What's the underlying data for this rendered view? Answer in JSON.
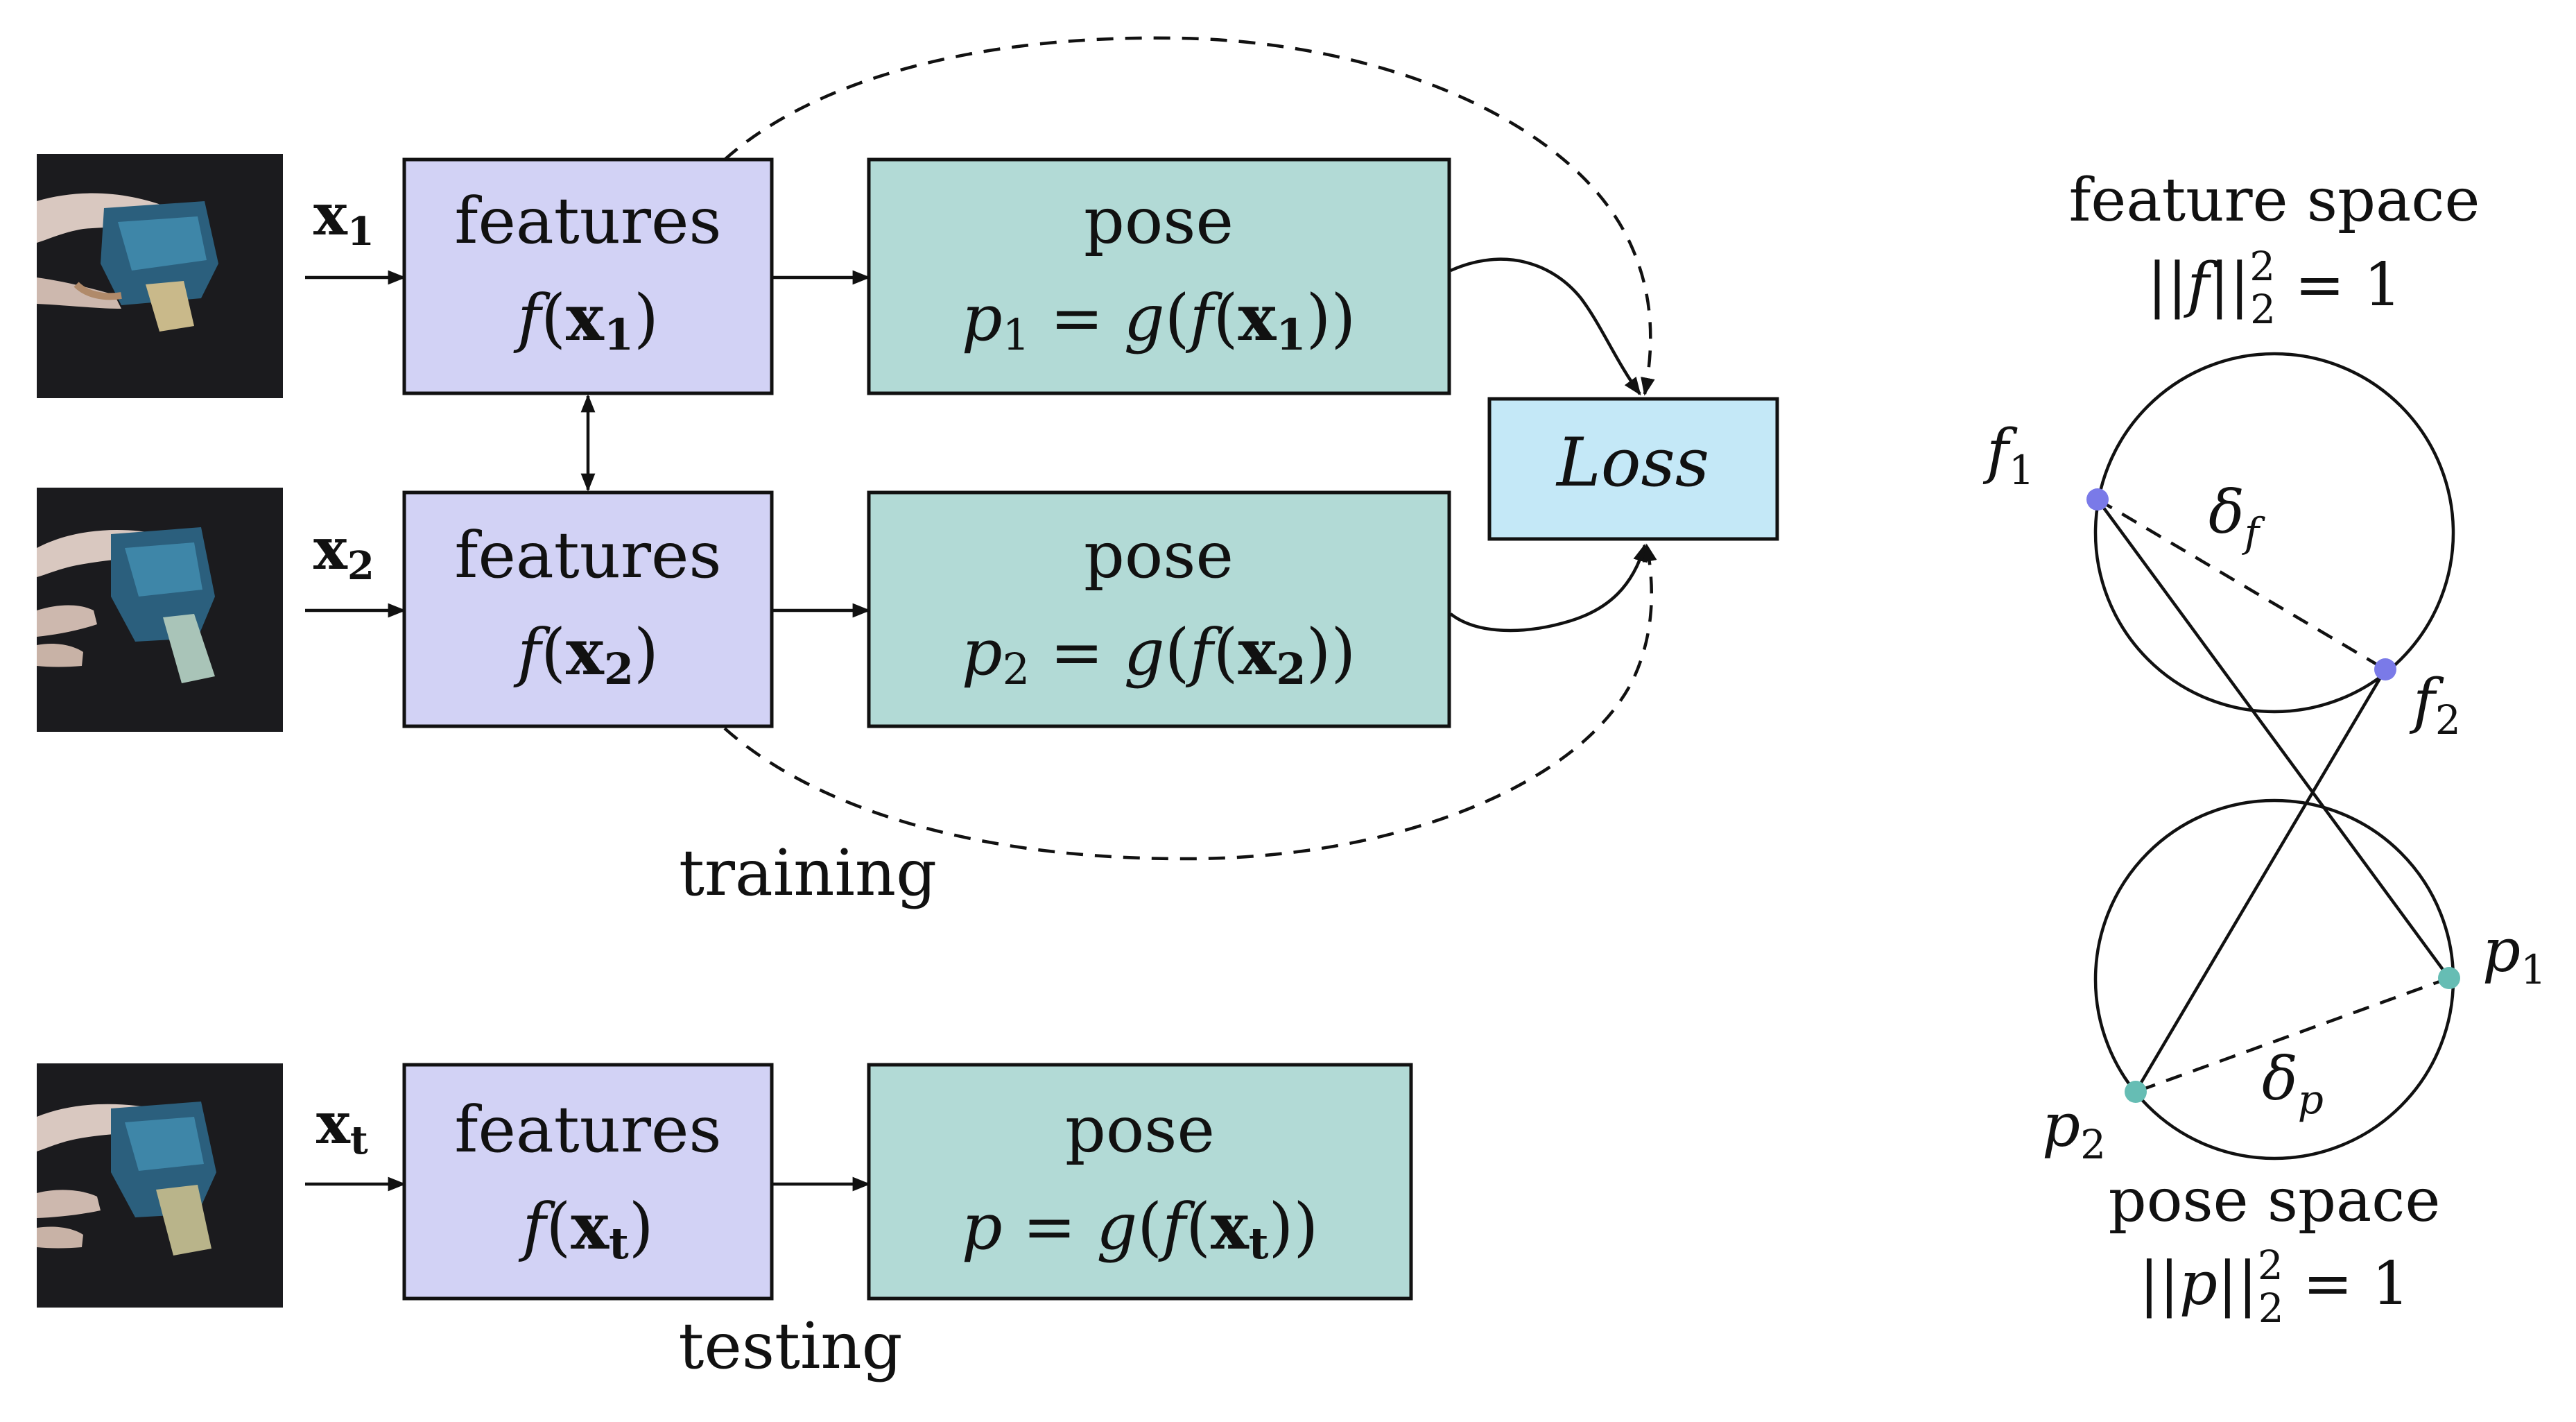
{
  "rows": {
    "row1": {
      "input_var": "x",
      "input_sub": "1",
      "feat_title": "features",
      "pose_title": "pose",
      "pose_var": "p",
      "pose_sub": "1"
    },
    "row2": {
      "input_var": "x",
      "input_sub": "2",
      "feat_title": "features",
      "pose_title": "pose",
      "pose_var": "p",
      "pose_sub": "2"
    },
    "row3": {
      "input_var": "x",
      "input_sub": "t",
      "feat_title": "features",
      "pose_title": "pose",
      "pose_var": "p",
      "pose_sub": ""
    }
  },
  "loss_label": "Loss",
  "training_label": "training",
  "testing_label": "testing",
  "math": {
    "f": "f",
    "g": "g",
    "eq": "=",
    "lp": "(",
    "rp": ")",
    "rp2": "))"
  },
  "feature_space": {
    "title": "feature space",
    "norm": "||f||",
    "sup": "2",
    "sub": "2",
    "rhs": "= 1",
    "point1": "f",
    "point1_sub": "1",
    "point2": "f",
    "point2_sub": "2",
    "dist": "δ",
    "dist_sub": "f",
    "point_color": "#7a7ae8"
  },
  "pose_space": {
    "title": "pose space",
    "norm": "||p||",
    "sup": "2",
    "sub": "2",
    "rhs": "= 1",
    "point1": "p",
    "point1_sub": "1",
    "point2": "p",
    "point2_sub": "2",
    "dist": "δ",
    "dist_sub": "p",
    "point_color": "#66bdb4"
  },
  "colors": {
    "features": "#d2d2f5",
    "pose": "#b2dad6",
    "loss": "#c4e8f7"
  }
}
